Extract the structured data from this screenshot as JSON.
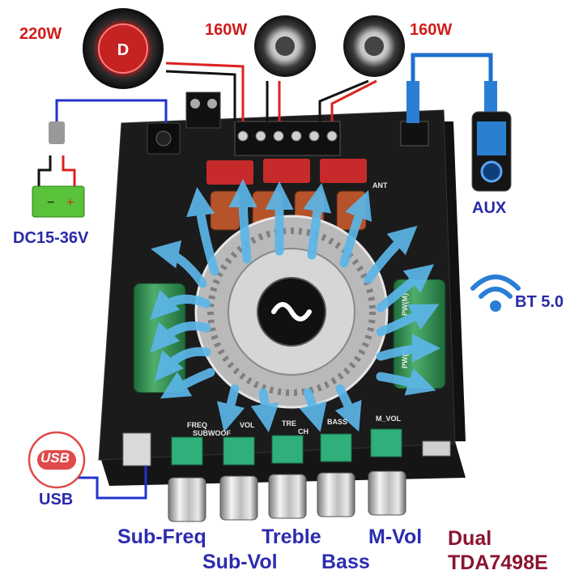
{
  "labels": {
    "sub_power": "220W",
    "left_power": "160W",
    "right_power": "160W",
    "dc_input": "DC15-36V",
    "aux": "AUX",
    "bt": "BT 5.0",
    "usb": "USB",
    "usb_logo": "USB",
    "chip_line1": "Dual",
    "chip_line2": "TDA7498E"
  },
  "knobs": [
    "Sub-Freq",
    "Sub-Vol",
    "Treble",
    "Bass",
    "M-Vol"
  ],
  "board_silk": {
    "knob_marks": [
      "FREQ",
      "SUBWOOF",
      "VOL",
      "TRE",
      "CH",
      "BASS",
      "M_VOL"
    ],
    "capacitor_text": "PW(M)",
    "antenna": "ANT"
  },
  "colors": {
    "label_red": "#d11b1b",
    "label_blue": "#2a2aa8",
    "label_maroon": "#8a1530",
    "board": "#1b1b1b",
    "arrow": "#5cb6e8",
    "capacitor": "#2f8a4e",
    "resistor": "#c62a2a",
    "knob_base": "#2fb07a"
  },
  "icons": [
    "subwoofer-icon",
    "speaker-icon",
    "battery-icon",
    "aux-player-icon",
    "wifi-icon",
    "usb-logo-icon",
    "heatsink-fan-icon"
  ]
}
